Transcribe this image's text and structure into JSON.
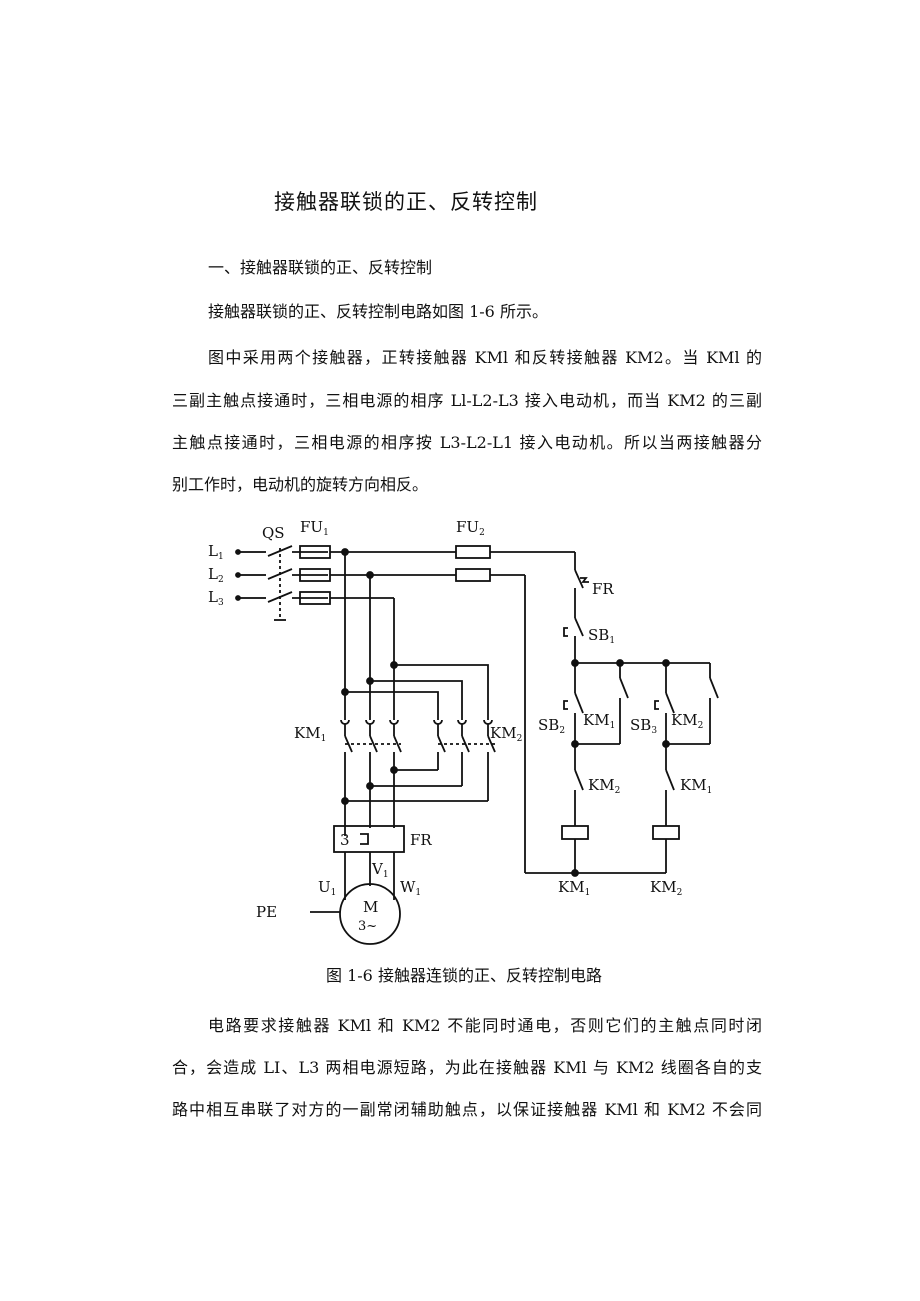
{
  "title": "接触器联锁的正、反转控制",
  "section_heading": "一、接触器联锁的正、反转控制",
  "intro": "接触器联锁的正、反转控制电路如图 1-6 所示。",
  "para1_lines": [
    "图中采用两个接触器，正转接触器 KMl 和反转接触器 KM2。当 KMl 的",
    "三副主触点接通时，三相电源的相序 Ll-L2-L3 接入电动机，而当 KM2 的三副",
    "主触点接通时，三相电源的相序按 L3-L2-L1 接入电动机。所以当两接触器分",
    "别工作时，电动机的旋转方向相反。"
  ],
  "figure": {
    "caption": "图 1-6 接触器连锁的正、反转控制电路",
    "labels": {
      "L1": "L",
      "L1_sub": "1",
      "L2": "L",
      "L2_sub": "2",
      "L3": "L",
      "L3_sub": "3",
      "QS": "QS",
      "FU1": "FU",
      "FU1_sub": "1",
      "FU2": "FU",
      "FU2_sub": "2",
      "FR_top": "FR",
      "SB1": "SB",
      "SB1_sub": "1",
      "SB2": "SB",
      "SB2_sub": "2",
      "SB3": "SB",
      "SB3_sub": "3",
      "KM1_hold": "KM",
      "KM1_hold_sub": "1",
      "KM2_hold": "KM",
      "KM2_hold_sub": "2",
      "KM2_inter": "KM",
      "KM2_inter_sub": "2",
      "KM1_inter": "KM",
      "KM1_inter_sub": "1",
      "KM1_coil": "KM",
      "KM1_coil_sub": "1",
      "KM2_coil": "KM",
      "KM2_coil_sub": "2",
      "KM1_main": "KM",
      "KM1_main_sub": "1",
      "KM2_main": "KM",
      "KM2_main_sub": "2",
      "FR_relay": "FR",
      "FR_num": "3",
      "U1": "U",
      "U1_sub": "1",
      "V1": "V",
      "V1_sub": "1",
      "W1": "W",
      "W1_sub": "1",
      "PE": "PE",
      "motor_M": "M",
      "motor_phase": "3~"
    }
  },
  "para2_lines": [
    "电路要求接触器 KMl 和 KM2 不能同时通电，否则它们的主触点同时闭",
    "合，会造成 LI、L3 两相电源短路，为此在接触器 KMl 与 KM2 线圈各自的支",
    "路中相互串联了对方的一副常闭辅助触点，以保证接触器 KMl 和 KM2 不会同"
  ]
}
